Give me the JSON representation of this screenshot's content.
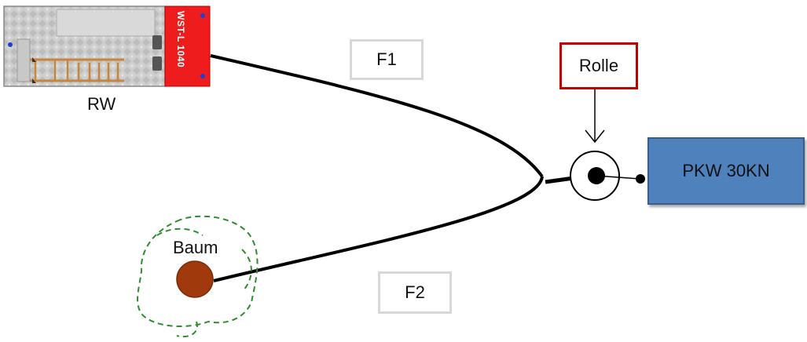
{
  "labels": {
    "vehicle": "RW",
    "vehicle_plate": "WST-L 1040",
    "rope_f1": "F1",
    "rope_f2": "F2",
    "pulley": "Rolle",
    "car": "PKW 30KN",
    "tree": "Baum"
  },
  "colors": {
    "vehicle_red": "#ee1c1c",
    "car_blue": "#4f81bd",
    "pulley_box_border": "#c00000",
    "tree_trunk": "#a03a0c",
    "tree_crown": "#2e8b2e",
    "rope": "#000000"
  }
}
